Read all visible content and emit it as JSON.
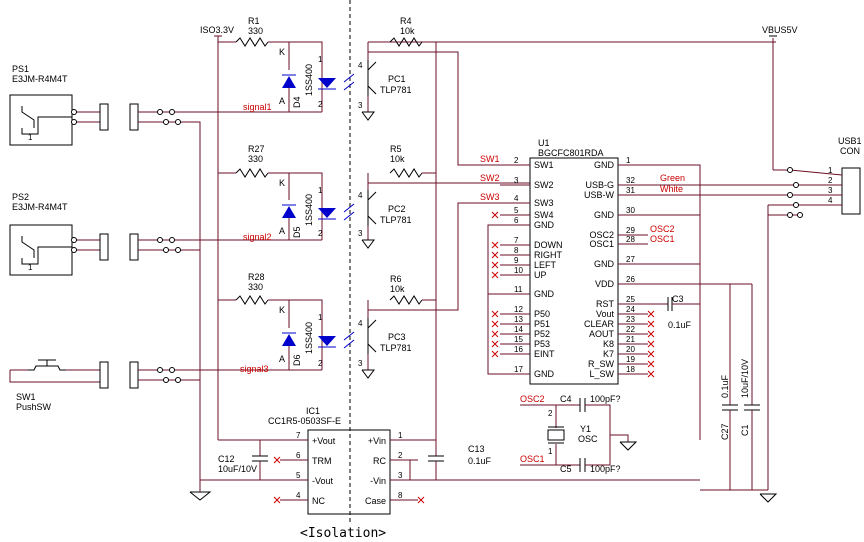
{
  "power": {
    "iso": "ISO3.3V",
    "vbus": "VBUS5V"
  },
  "resistors": [
    {
      "ref": "R1",
      "value": "330"
    },
    {
      "ref": "R27",
      "value": "330"
    },
    {
      "ref": "R28",
      "value": "330"
    },
    {
      "ref": "R4",
      "value": "10k"
    },
    {
      "ref": "R5",
      "value": "10k"
    },
    {
      "ref": "R6",
      "value": "10k"
    }
  ],
  "diodes": [
    {
      "ref": "D4",
      "part": "1SS400"
    },
    {
      "ref": "D5",
      "part": "1SS400"
    },
    {
      "ref": "D6",
      "part": "1SS400"
    }
  ],
  "optos": [
    {
      "ref": "PC1",
      "part": "TLP781"
    },
    {
      "ref": "PC2",
      "part": "TLP781"
    },
    {
      "ref": "PC3",
      "part": "TLP781"
    }
  ],
  "sensors": [
    {
      "ref": "PS1",
      "part": "E3JM-R4M4T"
    },
    {
      "ref": "PS2",
      "part": "E3JM-R4M4T"
    },
    {
      "ref": "SW1",
      "part": "PushSW"
    }
  ],
  "signals": [
    "signal1",
    "signal2",
    "signal3"
  ],
  "pin_letters": {
    "k": "K",
    "a": "A"
  },
  "u1": {
    "ref": "U1",
    "part": "BGCFC801RDA",
    "left_pins": [
      {
        "num": "2",
        "name": "SW1"
      },
      {
        "num": "3",
        "name": "SW2"
      },
      {
        "num": "4",
        "name": "SW3"
      },
      {
        "num": "5",
        "name": "SW4"
      },
      {
        "num": "6",
        "name": "GND"
      },
      {
        "num": "7",
        "name": "DOWN"
      },
      {
        "num": "8",
        "name": "RIGHT"
      },
      {
        "num": "9",
        "name": "LEFT"
      },
      {
        "num": "10",
        "name": "UP"
      },
      {
        "num": "11",
        "name": "GND"
      },
      {
        "num": "12",
        "name": "P50"
      },
      {
        "num": "13",
        "name": "P51"
      },
      {
        "num": "14",
        "name": "P52"
      },
      {
        "num": "15",
        "name": "P53"
      },
      {
        "num": "16",
        "name": "EINT"
      },
      {
        "num": "17",
        "name": "GND"
      }
    ],
    "right_pins": [
      {
        "num": "1",
        "name": "GND"
      },
      {
        "num": "32",
        "name": "USB-G"
      },
      {
        "num": "31",
        "name": "USB-W"
      },
      {
        "num": "30",
        "name": "GND"
      },
      {
        "num": "29",
        "name": "OSC2"
      },
      {
        "num": "28",
        "name": "OSC1"
      },
      {
        "num": "27",
        "name": "GND"
      },
      {
        "num": "26",
        "name": "VDD"
      },
      {
        "num": "25",
        "name": "RST"
      },
      {
        "num": "24",
        "name": "Vout"
      },
      {
        "num": "23",
        "name": "CLEAR"
      },
      {
        "num": "22",
        "name": "AOUT"
      },
      {
        "num": "21",
        "name": "K8"
      },
      {
        "num": "20",
        "name": "K7"
      },
      {
        "num": "19",
        "name": "R_SW"
      },
      {
        "num": "18",
        "name": "L_SW"
      }
    ]
  },
  "net_labels": {
    "sw1": "SW1",
    "sw2": "SW2",
    "sw3": "SW3",
    "green": "Green",
    "white": "White",
    "osc2": "OSC2",
    "osc1": "OSC1"
  },
  "usb": {
    "ref": "USB1",
    "part": "CON",
    "pins": [
      "1",
      "2",
      "3",
      "4"
    ]
  },
  "caps": [
    {
      "ref": "C3",
      "value": "0.1uF"
    },
    {
      "ref": "C4",
      "value": "100pF?"
    },
    {
      "ref": "C5",
      "value": "100pF?"
    },
    {
      "ref": "C12",
      "value": "10uF/10V"
    },
    {
      "ref": "C13",
      "value": "0.1uF"
    },
    {
      "ref": "C27",
      "value": "0.1uF"
    },
    {
      "ref": "C1",
      "value": "10uF/10V"
    }
  ],
  "osc": {
    "ref": "Y1",
    "part": "OSC",
    "pins": [
      "2",
      "1"
    ]
  },
  "ic1": {
    "ref": "IC1",
    "part": "CC1R5-0503SF-E",
    "left_pins": [
      {
        "num": "7",
        "name": "+Vout"
      },
      {
        "num": "6",
        "name": "TRM"
      },
      {
        "num": "5",
        "name": "-Vout"
      },
      {
        "num": "4",
        "name": "NC"
      }
    ],
    "right_pins": [
      {
        "num": "1",
        "name": "+Vin"
      },
      {
        "num": "2",
        "name": "RC"
      },
      {
        "num": "3",
        "name": "-Vin"
      },
      {
        "num": "8",
        "name": "Case"
      }
    ]
  },
  "isolation_label": "<Isolation>"
}
